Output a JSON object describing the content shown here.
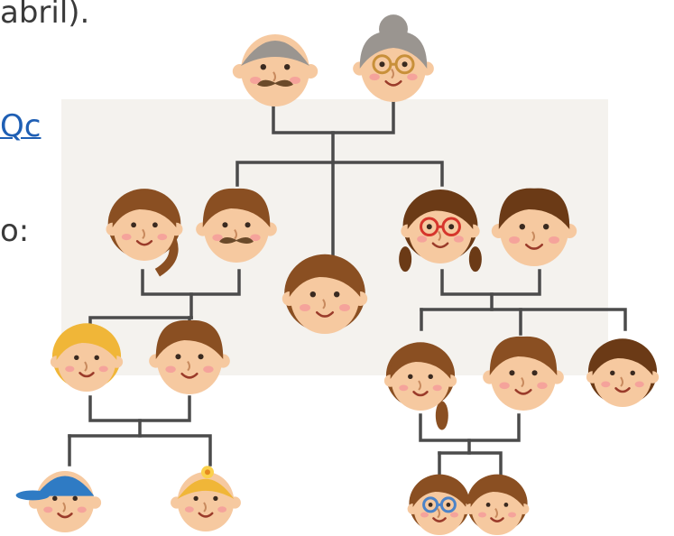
{
  "text_fragments": {
    "top": "abril).",
    "link": "Qc",
    "mid": "o:"
  },
  "colors": {
    "connector": "#4b4b4b",
    "skin": "#f6c9a0",
    "hair_gray": "#9a9590",
    "hair_brown": "#8a4f22",
    "hair_dark": "#6b3a16",
    "hair_blonde": "#f0b638",
    "glasses_red": "#d6352c",
    "glasses_blue": "#4c83c8",
    "cap_blue": "#2f7bc4",
    "cheek": "#f59a9a"
  },
  "family_tree": {
    "members": [
      {
        "id": "grandfather",
        "generation": 1
      },
      {
        "id": "grandmother",
        "generation": 1
      },
      {
        "id": "aunt-left",
        "generation": 2
      },
      {
        "id": "uncle-left",
        "generation": 2
      },
      {
        "id": "aunt-middle",
        "generation": 2
      },
      {
        "id": "mother-glasses",
        "generation": 2
      },
      {
        "id": "father-right",
        "generation": 2
      },
      {
        "id": "cousin-blonde",
        "generation": 3
      },
      {
        "id": "cousin-man",
        "generation": 3
      },
      {
        "id": "girl-braid",
        "generation": 3
      },
      {
        "id": "boy-brown",
        "generation": 3
      },
      {
        "id": "girl-short",
        "generation": 3
      },
      {
        "id": "baby-cap",
        "generation": 4
      },
      {
        "id": "baby-girl",
        "generation": 4
      },
      {
        "id": "twin-glasses",
        "generation": 4
      },
      {
        "id": "twin-plain",
        "generation": 4
      }
    ]
  }
}
